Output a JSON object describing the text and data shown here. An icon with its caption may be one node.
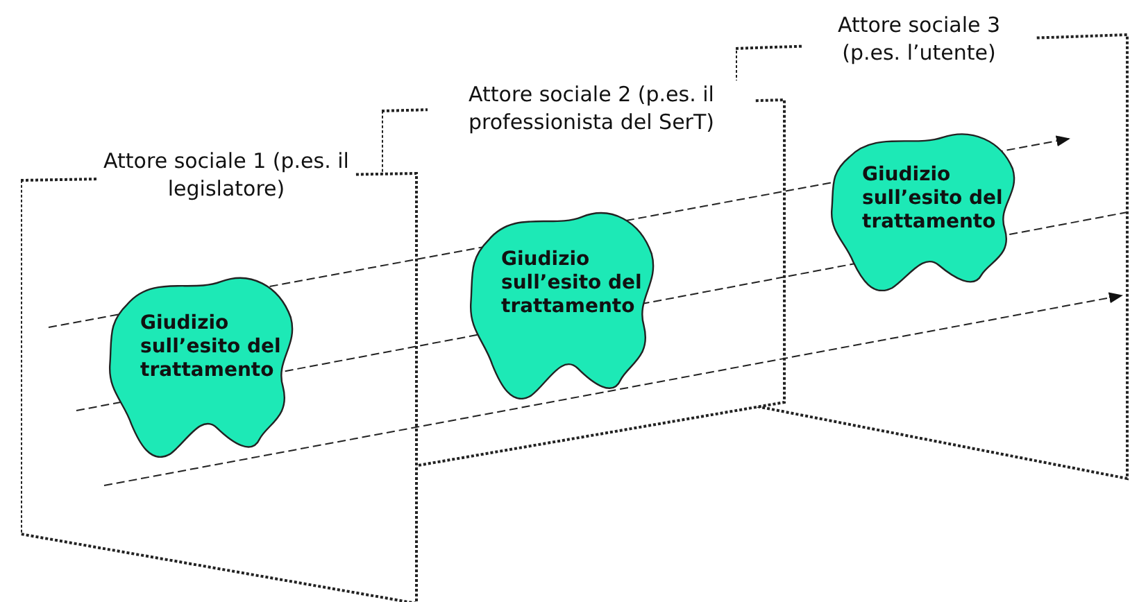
{
  "diagram": {
    "nodes": [
      {
        "text": [
          "Attore sociale 1 (p.es. il legislatore)"
        ]
      },
      {
        "text": [
          "Giudizio sull’esito del trattamento"
        ],
        "in": 0
      },
      {
        "text": [
          "Attore sociale 2 (p.es. il professionista del SerT)"
        ]
      },
      {
        "text": [
          "Giudizio sull’esito del trattamento"
        ],
        "in": 2
      },
      {
        "text": [
          "Attore sociale 3 (p.es. l’utente)"
        ]
      },
      {
        "text": [
          "Giudizio sull’esito del trattamento"
        ],
        "in": 4
      }
    ]
  }
}
